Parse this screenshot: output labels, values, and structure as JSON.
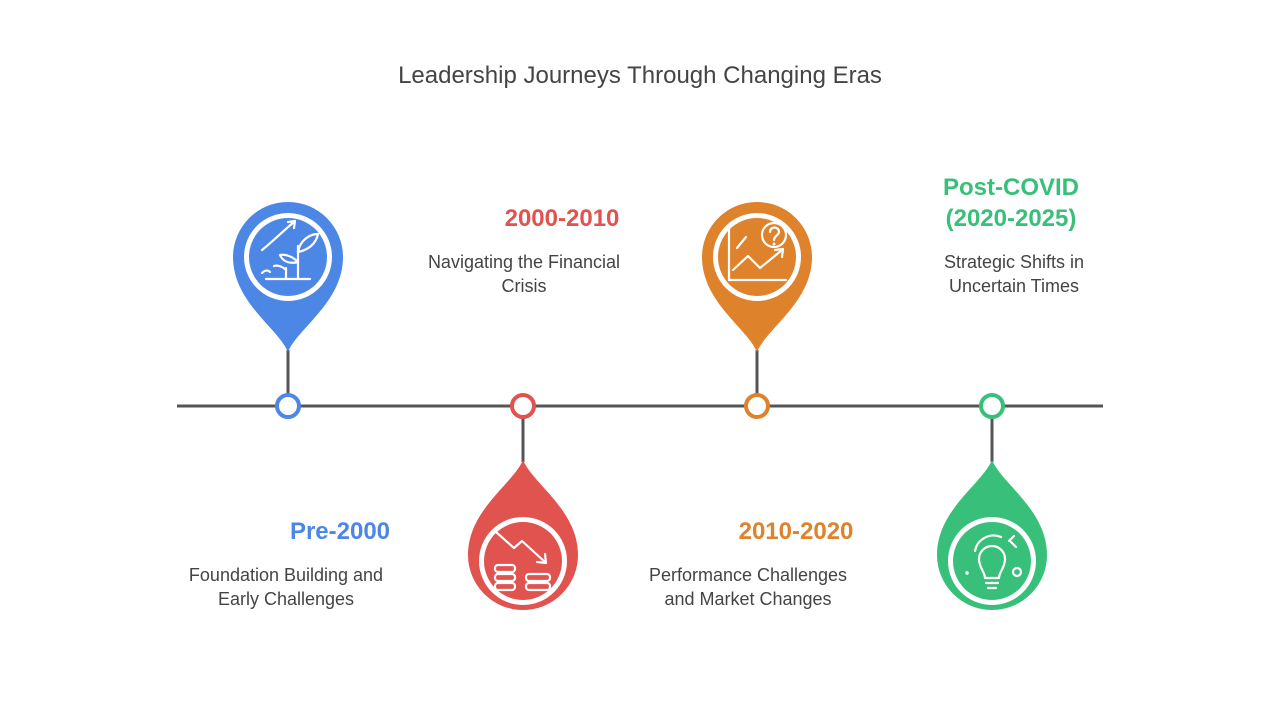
{
  "title": "Leadership Journeys Through Changing Eras",
  "colors": {
    "axis": "#555555",
    "blue": "#4d87e6",
    "red": "#e0534f",
    "orange": "#de822b",
    "green": "#38c07a"
  },
  "eras": [
    {
      "name": "Pre-2000",
      "description": [
        "Foundation Building and",
        "Early Challenges"
      ],
      "color": "#4d87e6",
      "icon": "growth-plant-icon"
    },
    {
      "name": "2000-2010",
      "description": [
        "Navigating the Financial",
        "Crisis"
      ],
      "color": "#e0534f",
      "icon": "declining-coins-icon"
    },
    {
      "name": "2010-2020",
      "description": [
        "Performance Challenges",
        "and Market Changes"
      ],
      "color": "#de822b",
      "icon": "chart-question-icon"
    },
    {
      "name_lines": [
        "Post-COVID",
        "(2020-2025)"
      ],
      "description": [
        "Strategic Shifts in",
        "Uncertain Times"
      ],
      "color": "#38c07a",
      "icon": "lightbulb-idea-icon"
    }
  ]
}
